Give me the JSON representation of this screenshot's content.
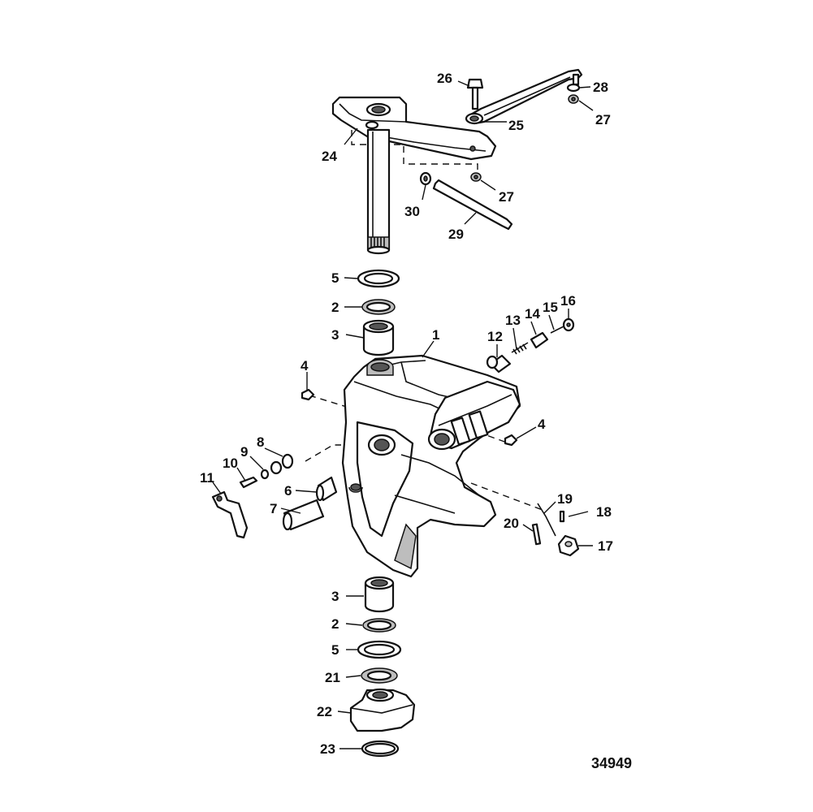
{
  "callouts": {
    "c1": "1",
    "c2a": "2",
    "c2b": "2",
    "c3a": "3",
    "c3b": "3",
    "c4a": "4",
    "c4b": "4",
    "c5a": "5",
    "c5b": "5",
    "c6": "6",
    "c7": "7",
    "c8": "8",
    "c9": "9",
    "c10": "10",
    "c11": "11",
    "c12": "12",
    "c13": "13",
    "c14": "14",
    "c15": "15",
    "c16": "16",
    "c17": "17",
    "c18": "18",
    "c19": "19",
    "c20": "20",
    "c21": "21",
    "c22": "22",
    "c23": "23",
    "c24": "24",
    "c25": "25",
    "c26": "26",
    "c27a": "27",
    "c27b": "27",
    "c28": "28",
    "c29": "29",
    "c30": "30"
  },
  "figure_number": "34949"
}
